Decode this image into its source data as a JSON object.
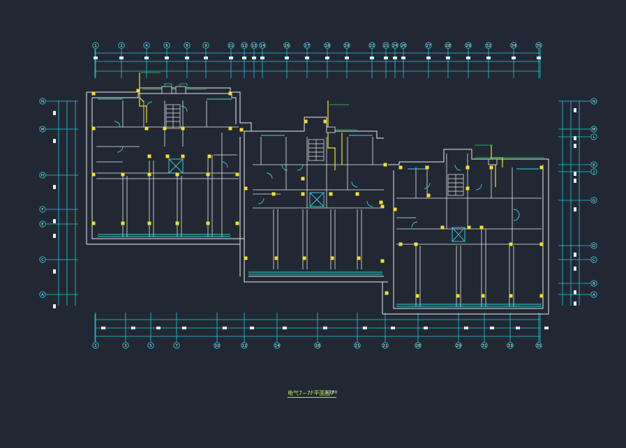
{
  "drawing": {
    "title": "电气7~7F平面图7",
    "scale": "1:100",
    "colors": {
      "background": "#222833",
      "wall": "#e8eef0",
      "axis": "#1ecfe0",
      "column": "#f2e22a",
      "wiring": "#f2e22a",
      "annotation": "#2fd36a",
      "window": "#36d8e6"
    }
  },
  "axes": {
    "top": [
      "1",
      "2",
      "4",
      "6",
      "8",
      "9",
      "11",
      "12",
      "13",
      "14",
      "16",
      "17",
      "18",
      "19",
      "22",
      "21",
      "24",
      "26",
      "27",
      "28",
      "29",
      "32",
      "34",
      "35"
    ],
    "bottom": [
      "1",
      "3",
      "5",
      "7",
      "10",
      "12",
      "14",
      "18",
      "21",
      "21",
      "28",
      "29",
      "31",
      "33",
      "35"
    ],
    "left": [
      "N",
      "M",
      "H",
      "F",
      "E",
      "C",
      "A"
    ],
    "right": [
      "N",
      "M",
      "L",
      "K",
      "J",
      "G",
      "D",
      "C",
      "B",
      "A"
    ]
  }
}
